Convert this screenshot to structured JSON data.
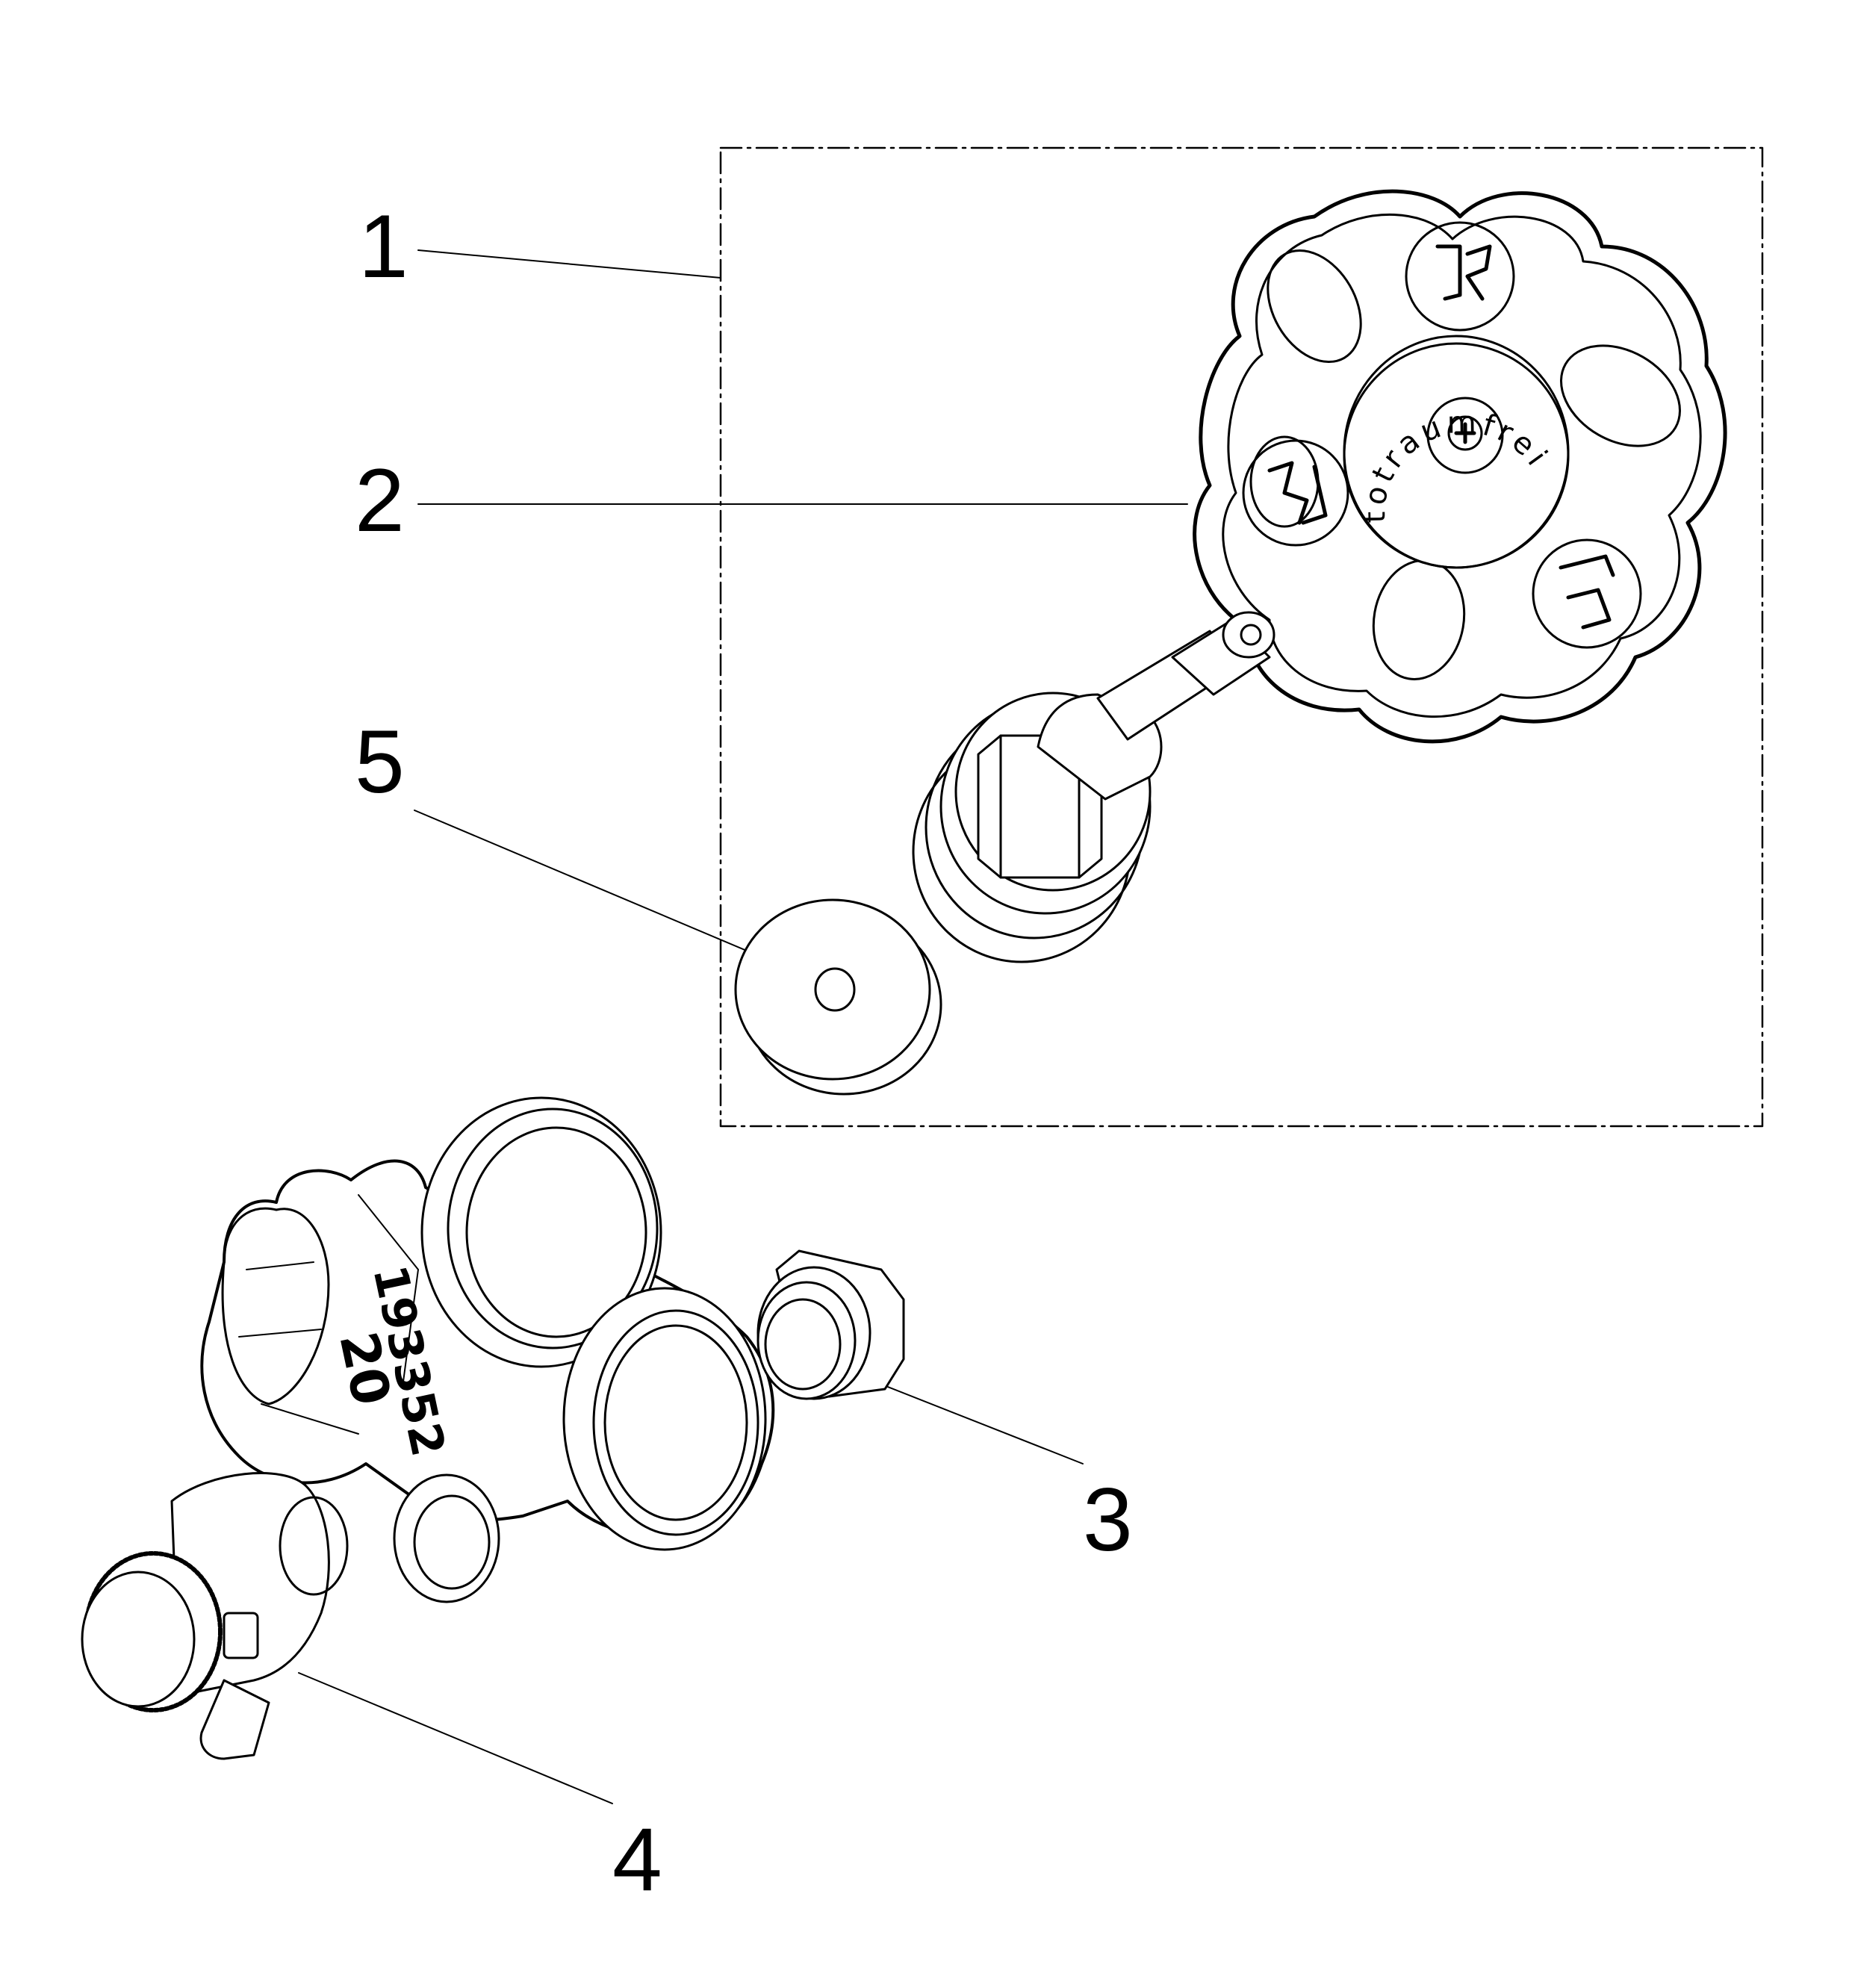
{
  "callouts": [
    {
      "id": "1",
      "text": "1"
    },
    {
      "id": "2",
      "text": "2"
    },
    {
      "id": "3",
      "text": "3"
    },
    {
      "id": "4",
      "text": "4"
    },
    {
      "id": "5",
      "text": "5"
    }
  ],
  "markings": {
    "handwheel_ring": "totraumfrei",
    "body_number": "193352",
    "body_size": "20"
  }
}
